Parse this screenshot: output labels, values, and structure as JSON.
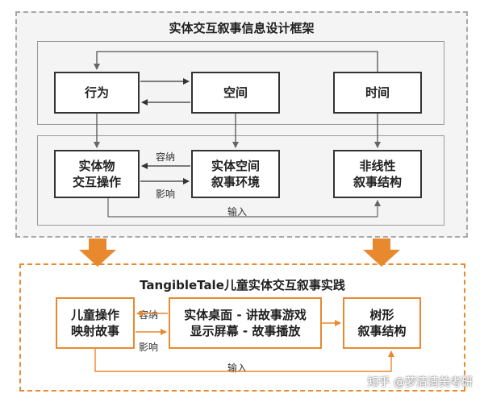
{
  "top": {
    "title": "实体交互叙事信息设计框架",
    "nodes": {
      "behavior": "行为",
      "space": "空间",
      "time": "时间",
      "physical_operation": "实体物\n交互操作",
      "physical_space": "实体空间\n叙事环境",
      "nonlinear_structure": "非线性\n叙事结构"
    },
    "edge_labels": {
      "contain": "容纳",
      "affect": "影响",
      "input": "输入"
    }
  },
  "bottom": {
    "title": "TangibleTale儿童实体交互叙事实践",
    "nodes": {
      "child_operation": "儿童操作\n映射故事",
      "desktop_screen": "实体桌面 - 讲故事游戏\n显示屏幕 - 故事播放",
      "tree_structure": "树形\n叙事结构"
    },
    "edge_labels": {
      "contain": "容纳",
      "affect": "影响",
      "input": "输入"
    }
  },
  "watermark": "知乎 @萝清清美考研",
  "colors": {
    "accent_orange": "#e9892e",
    "frame_gray": "#a7a7a7",
    "node_border": "#333333"
  }
}
